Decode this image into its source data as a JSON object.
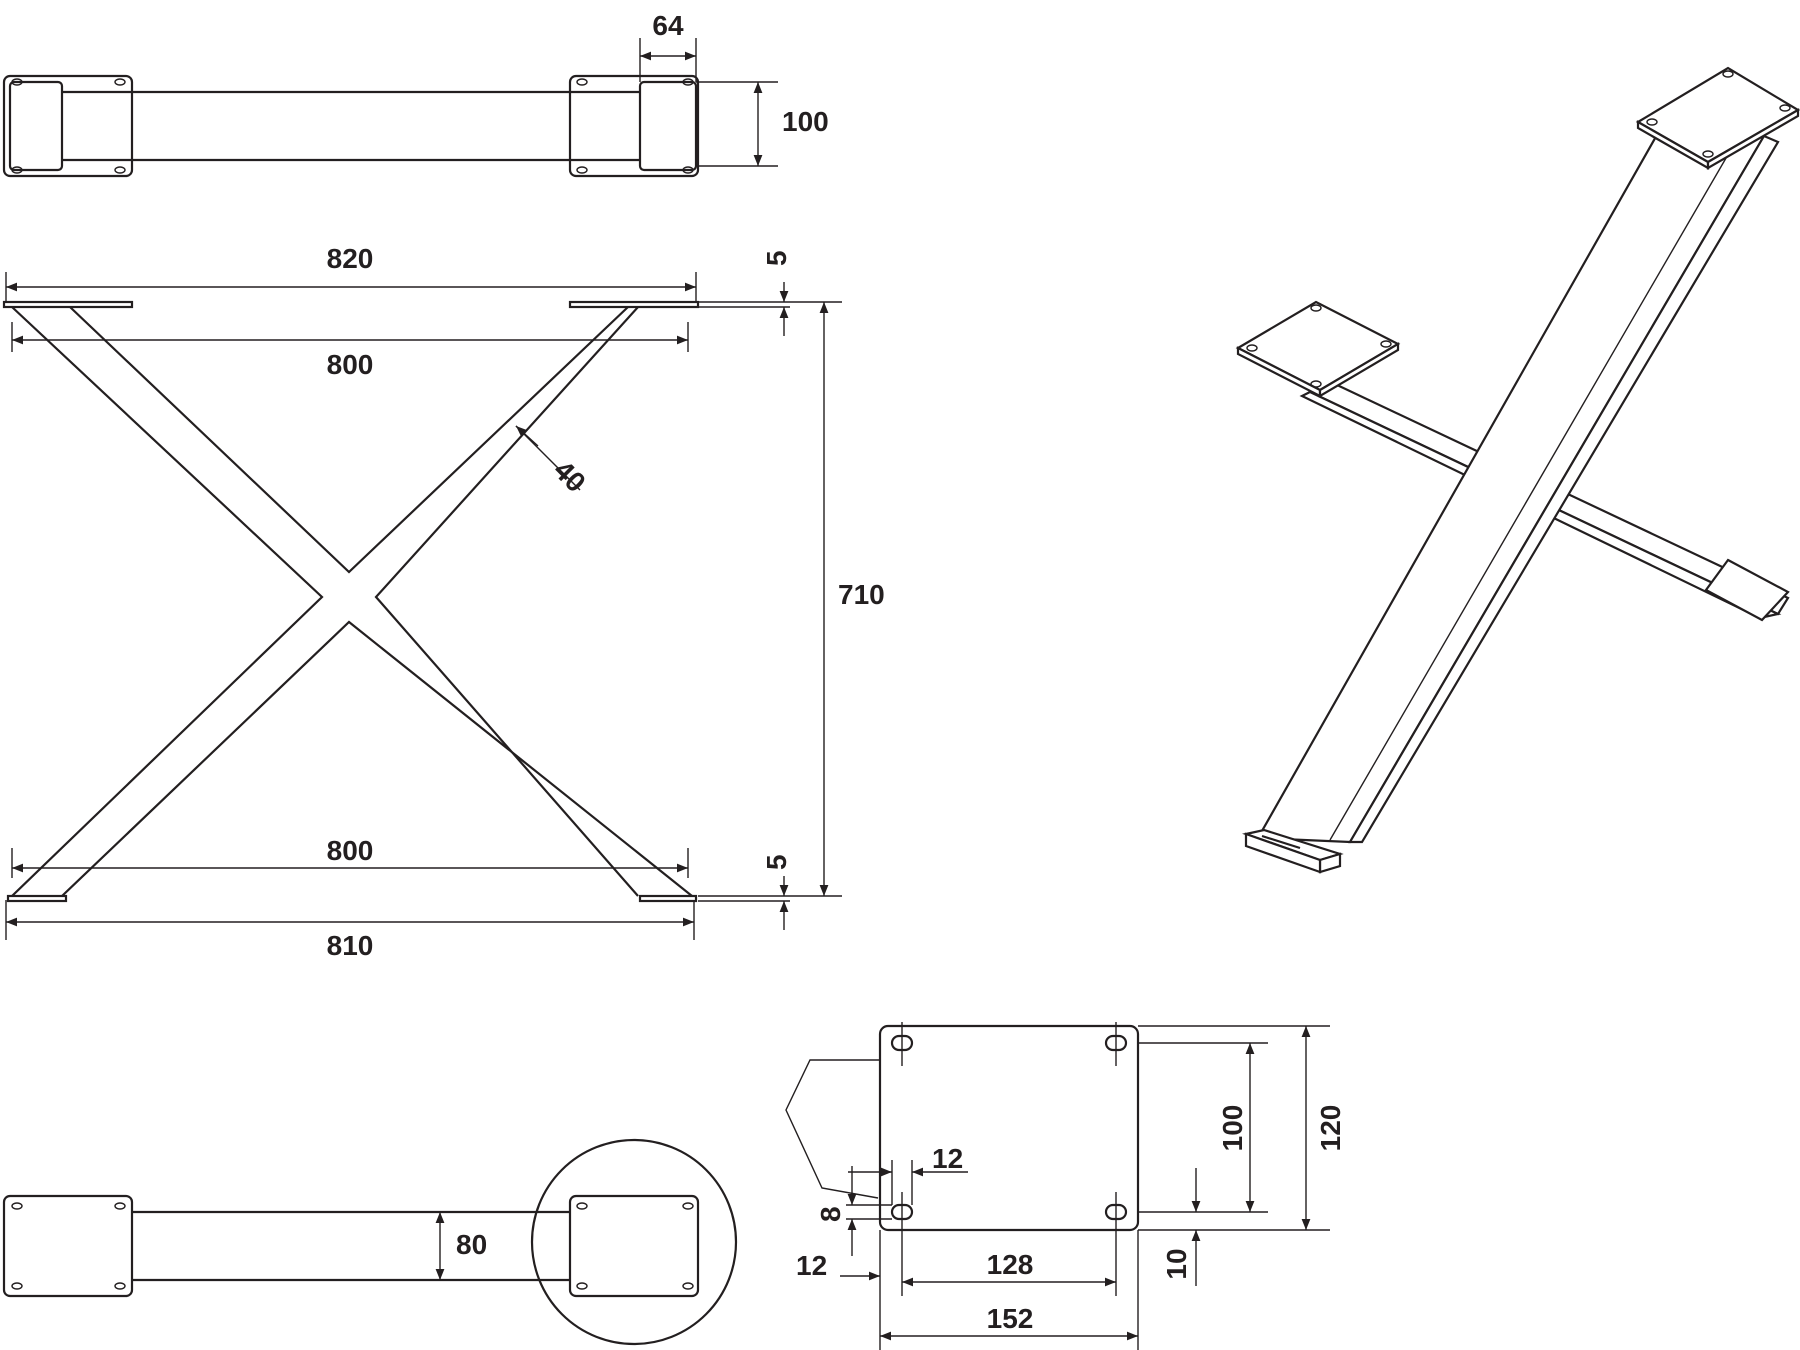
{
  "colors": {
    "line": "#231f20",
    "background": "#ffffff"
  },
  "views": {
    "top": {
      "width": "64",
      "height": "100"
    },
    "front": {
      "top_width": "820",
      "inner_top": "800",
      "inner_bottom": "800",
      "bottom_width": "810",
      "height": "710",
      "plate_top": "5",
      "plate_bottom": "5",
      "bar_width": "40"
    },
    "bottom": {
      "bar_width": "80"
    },
    "plate": {
      "slot_width": "12",
      "slot_height": "8",
      "edge_left": "12",
      "hole_spacing_x": "128",
      "plate_length": "152",
      "hole_spacing_y": "100",
      "plate_width": "120",
      "edge_bottom": "10"
    }
  }
}
